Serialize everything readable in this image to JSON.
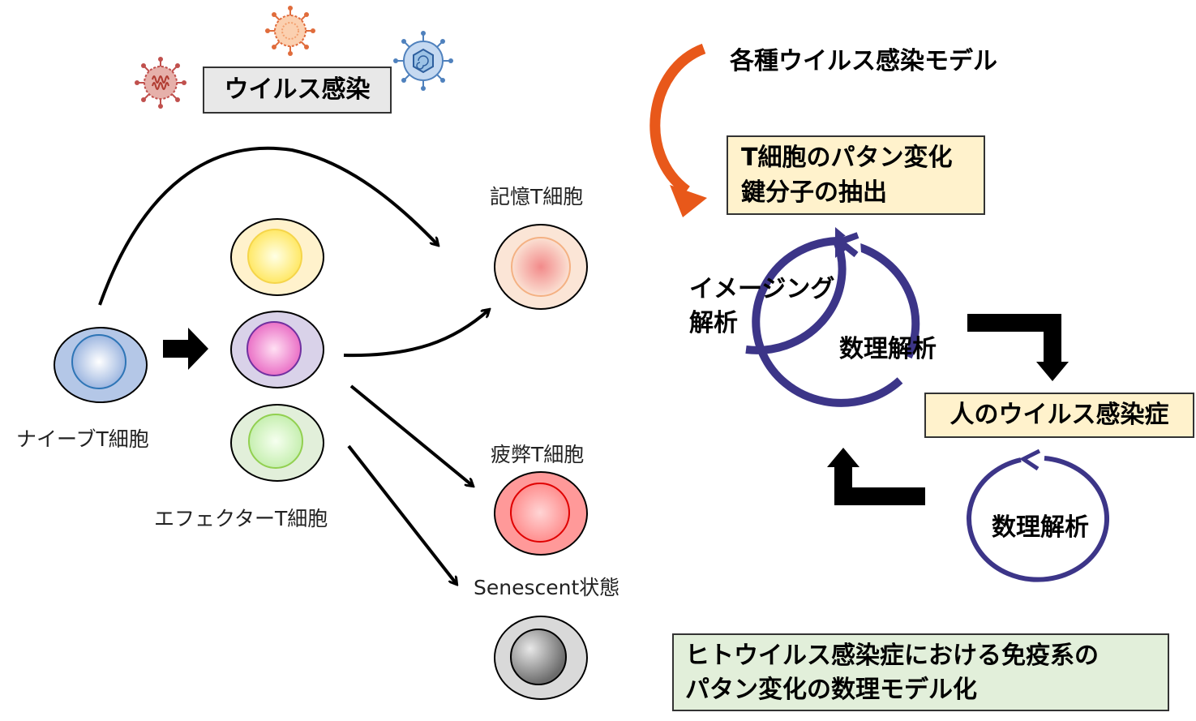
{
  "virus": {
    "label": "ウイルス感染",
    "icons": [
      "coronavirus-icon-red",
      "coronavirus-icon-orange",
      "herpesvirus-icon-blue"
    ]
  },
  "cells": {
    "naive": "ナイーブT細胞",
    "effector": "エフェクターT細胞",
    "memory": "記憶T細胞",
    "exhausted": "疲弊T細胞",
    "senescent": "Senescent状態"
  },
  "right": {
    "model_label": "各種ウイルス感染モデル",
    "tcell_box_line1": "T細胞のパタン変化",
    "tcell_box_line2": "鍵分子の抽出",
    "imaging_line1": "イメージング",
    "imaging_line2": "解析",
    "math_upper": "数理解析",
    "human_box": "人のウイルス感染症",
    "math_lower": "数理解析"
  },
  "title": {
    "line1": "ヒトウイルス感染症における免疫系の",
    "line2": "パタン変化の数理モデル化"
  },
  "colors": {
    "cycle_arrow": "#3c3588",
    "orange_arrow": "#e8581a",
    "naive_fill": "#b4c7e7",
    "memory_fill": "#f8cbad",
    "exhausted_fill": "#ff9999",
    "senescent_fill": "#bfbfbf"
  }
}
